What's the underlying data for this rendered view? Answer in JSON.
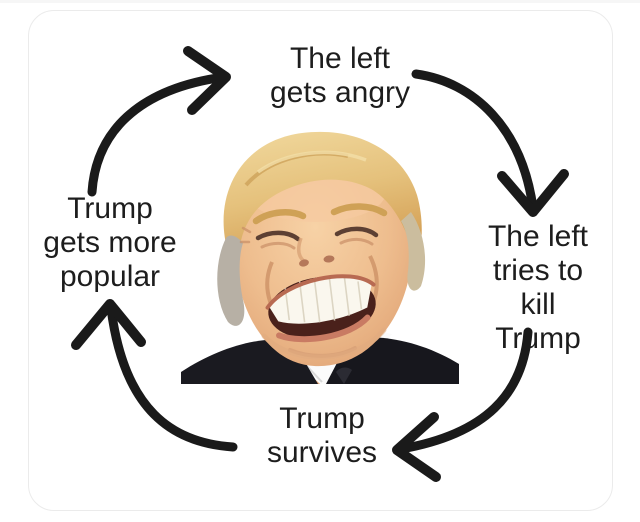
{
  "diagram": {
    "type": "cycle",
    "center_image": "laughing-trump-face",
    "nodes": [
      {
        "id": "top",
        "position": "top",
        "label": "The left\ngets angry"
      },
      {
        "id": "right",
        "position": "right",
        "label": "The left\ntries to\nkill Trump"
      },
      {
        "id": "bottom",
        "position": "bottom",
        "label": "Trump\nsurvives"
      },
      {
        "id": "left",
        "position": "left",
        "label": "Trump\ngets more\npopular"
      }
    ],
    "edges": [
      {
        "from": "left",
        "to": "top"
      },
      {
        "from": "top",
        "to": "right"
      },
      {
        "from": "right",
        "to": "bottom"
      },
      {
        "from": "bottom",
        "to": "left"
      }
    ],
    "colors": {
      "arrow": "#1a1a1a",
      "text": "#1d1d1d",
      "card_border": "#ebebeb",
      "background": "#ffffff"
    }
  }
}
